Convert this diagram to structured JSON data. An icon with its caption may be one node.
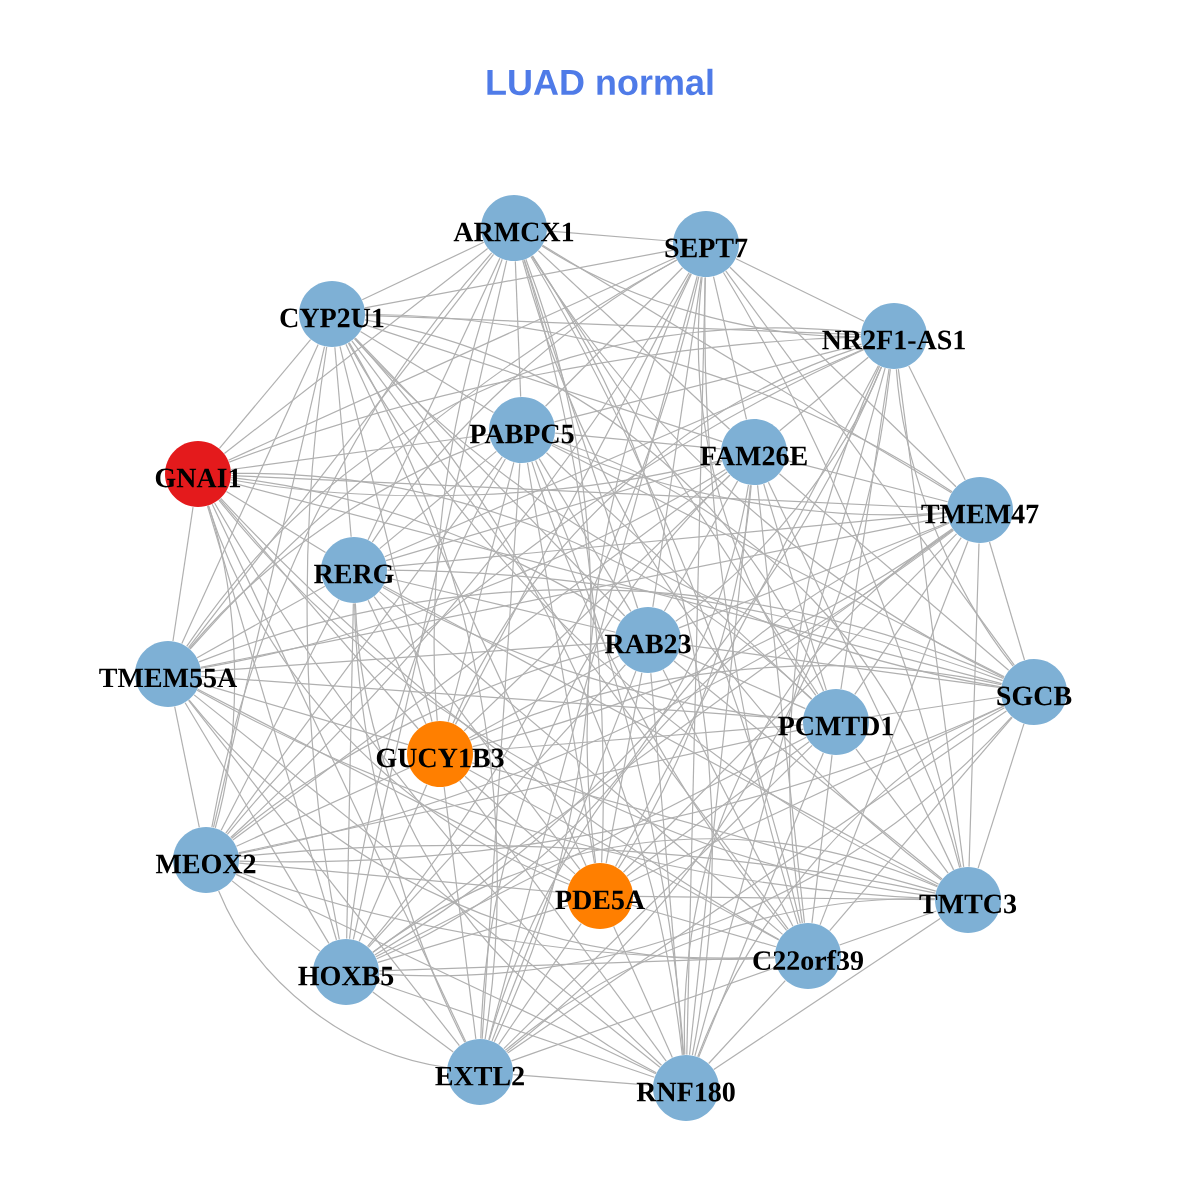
{
  "diagram": {
    "title": "LUAD normal",
    "nodes": [
      {
        "text": [
          "ARMCX1"
        ]
      },
      {
        "text": [
          "SEPT7"
        ]
      },
      {
        "text": [
          "CYP2U1"
        ]
      },
      {
        "text": [
          "NR2F1-AS1"
        ]
      },
      {
        "text": [
          "PABPC5"
        ]
      },
      {
        "text": [
          "FAM26E"
        ]
      },
      {
        "text": [
          "GNAI1"
        ]
      },
      {
        "text": [
          "TMEM47"
        ]
      },
      {
        "text": [
          "RERG"
        ]
      },
      {
        "text": [
          "RAB23"
        ]
      },
      {
        "text": [
          "TMEM55A"
        ]
      },
      {
        "text": [
          "SGCB"
        ]
      },
      {
        "text": [
          "PCMTD1"
        ]
      },
      {
        "text": [
          "GUCY1B3"
        ]
      },
      {
        "text": [
          "MEOX2"
        ]
      },
      {
        "text": [
          "PDE5A"
        ]
      },
      {
        "text": [
          "TMTC3"
        ]
      },
      {
        "text": [
          "HOXB5"
        ]
      },
      {
        "text": [
          "C22orf39"
        ]
      },
      {
        "text": [
          "EXTL2"
        ]
      },
      {
        "text": [
          "RNF180"
        ]
      }
    ],
    "edges": [
      {
        "from": 0,
        "to": 1,
        "arrow": "none"
      },
      {
        "from": 0,
        "to": 2,
        "arrow": "none"
      },
      {
        "from": 0,
        "to": 3,
        "arrow": "none"
      },
      {
        "from": 0,
        "to": 4,
        "arrow": "none"
      },
      {
        "from": 0,
        "to": 5,
        "arrow": "none"
      },
      {
        "from": 0,
        "to": 6,
        "arrow": "none"
      },
      {
        "from": 0,
        "to": 7,
        "arrow": "none"
      },
      {
        "from": 0,
        "to": 8,
        "arrow": "none"
      },
      {
        "from": 0,
        "to": 9,
        "arrow": "none"
      },
      {
        "from": 0,
        "to": 10,
        "arrow": "none"
      },
      {
        "from": 0,
        "to": 11,
        "arrow": "none"
      },
      {
        "from": 0,
        "to": 12,
        "arrow": "none"
      },
      {
        "from": 0,
        "to": 13,
        "arrow": "none"
      },
      {
        "from": 0,
        "to": 14,
        "arrow": "none"
      },
      {
        "from": 0,
        "to": 15,
        "arrow": "none"
      },
      {
        "from": 0,
        "to": 16,
        "arrow": "none"
      },
      {
        "from": 0,
        "to": 17,
        "arrow": "none"
      },
      {
        "from": 0,
        "to": 18,
        "arrow": "none"
      },
      {
        "from": 0,
        "to": 19,
        "arrow": "none"
      },
      {
        "from": 0,
        "to": 20,
        "arrow": "none"
      },
      {
        "from": 1,
        "to": 2,
        "arrow": "none"
      },
      {
        "from": 1,
        "to": 3,
        "arrow": "none"
      },
      {
        "from": 1,
        "to": 4,
        "arrow": "none"
      },
      {
        "from": 1,
        "to": 5,
        "arrow": "none"
      },
      {
        "from": 1,
        "to": 6,
        "arrow": "none"
      },
      {
        "from": 1,
        "to": 7,
        "arrow": "none"
      },
      {
        "from": 1,
        "to": 8,
        "arrow": "none"
      },
      {
        "from": 1,
        "to": 9,
        "arrow": "none"
      },
      {
        "from": 1,
        "to": 10,
        "arrow": "none"
      },
      {
        "from": 1,
        "to": 11,
        "arrow": "none"
      },
      {
        "from": 1,
        "to": 12,
        "arrow": "none"
      },
      {
        "from": 1,
        "to": 13,
        "arrow": "none"
      },
      {
        "from": 1,
        "to": 14,
        "arrow": "none"
      },
      {
        "from": 1,
        "to": 15,
        "arrow": "none"
      },
      {
        "from": 1,
        "to": 16,
        "arrow": "none"
      },
      {
        "from": 1,
        "to": 17,
        "arrow": "none"
      },
      {
        "from": 1,
        "to": 18,
        "arrow": "none"
      },
      {
        "from": 1,
        "to": 19,
        "arrow": "none"
      },
      {
        "from": 1,
        "to": 20,
        "arrow": "none"
      },
      {
        "from": 2,
        "to": 3,
        "arrow": "none"
      },
      {
        "from": 2,
        "to": 4,
        "arrow": "none"
      },
      {
        "from": 2,
        "to": 5,
        "arrow": "none"
      },
      {
        "from": 2,
        "to": 6,
        "arrow": "none"
      },
      {
        "from": 2,
        "to": 7,
        "arrow": "none"
      },
      {
        "from": 2,
        "to": 8,
        "arrow": "none"
      },
      {
        "from": 2,
        "to": 9,
        "arrow": "none"
      },
      {
        "from": 2,
        "to": 10,
        "arrow": "none"
      },
      {
        "from": 2,
        "to": 11,
        "arrow": "none"
      },
      {
        "from": 2,
        "to": 12,
        "arrow": "none"
      },
      {
        "from": 2,
        "to": 13,
        "arrow": "none"
      },
      {
        "from": 2,
        "to": 14,
        "arrow": "none"
      },
      {
        "from": 2,
        "to": 15,
        "arrow": "none"
      },
      {
        "from": 2,
        "to": 16,
        "arrow": "none"
      },
      {
        "from": 2,
        "to": 17,
        "arrow": "none"
      },
      {
        "from": 2,
        "to": 18,
        "arrow": "none"
      },
      {
        "from": 2,
        "to": 19,
        "arrow": "none"
      },
      {
        "from": 2,
        "to": 20,
        "arrow": "none"
      },
      {
        "from": 3,
        "to": 4,
        "arrow": "none"
      },
      {
        "from": 3,
        "to": 5,
        "arrow": "none"
      },
      {
        "from": 3,
        "to": 6,
        "arrow": "none"
      },
      {
        "from": 3,
        "to": 7,
        "arrow": "none"
      },
      {
        "from": 3,
        "to": 8,
        "arrow": "none"
      },
      {
        "from": 3,
        "to": 9,
        "arrow": "none"
      },
      {
        "from": 3,
        "to": 10,
        "arrow": "none"
      },
      {
        "from": 3,
        "to": 11,
        "arrow": "none"
      },
      {
        "from": 3,
        "to": 12,
        "arrow": "none"
      },
      {
        "from": 3,
        "to": 13,
        "arrow": "none"
      },
      {
        "from": 3,
        "to": 14,
        "arrow": "none"
      },
      {
        "from": 3,
        "to": 15,
        "arrow": "none"
      },
      {
        "from": 3,
        "to": 16,
        "arrow": "none"
      },
      {
        "from": 3,
        "to": 17,
        "arrow": "none"
      },
      {
        "from": 3,
        "to": 18,
        "arrow": "none"
      },
      {
        "from": 3,
        "to": 19,
        "arrow": "none"
      },
      {
        "from": 3,
        "to": 20,
        "arrow": "none"
      },
      {
        "from": 4,
        "to": 5,
        "arrow": "none"
      },
      {
        "from": 4,
        "to": 6,
        "arrow": "none"
      },
      {
        "from": 4,
        "to": 7,
        "arrow": "none"
      },
      {
        "from": 4,
        "to": 8,
        "arrow": "none"
      },
      {
        "from": 4,
        "to": 9,
        "arrow": "none"
      },
      {
        "from": 4,
        "to": 10,
        "arrow": "none"
      },
      {
        "from": 4,
        "to": 11,
        "arrow": "none"
      },
      {
        "from": 4,
        "to": 12,
        "arrow": "none"
      },
      {
        "from": 4,
        "to": 13,
        "arrow": "none"
      },
      {
        "from": 4,
        "to": 14,
        "arrow": "none"
      },
      {
        "from": 4,
        "to": 15,
        "arrow": "none"
      },
      {
        "from": 4,
        "to": 16,
        "arrow": "none"
      },
      {
        "from": 4,
        "to": 17,
        "arrow": "none"
      },
      {
        "from": 4,
        "to": 18,
        "arrow": "none"
      },
      {
        "from": 4,
        "to": 19,
        "arrow": "none"
      },
      {
        "from": 4,
        "to": 20,
        "arrow": "none"
      },
      {
        "from": 5,
        "to": 6,
        "arrow": "none"
      },
      {
        "from": 5,
        "to": 7,
        "arrow": "none"
      },
      {
        "from": 5,
        "to": 8,
        "arrow": "none"
      },
      {
        "from": 5,
        "to": 9,
        "arrow": "none"
      },
      {
        "from": 5,
        "to": 10,
        "arrow": "none"
      },
      {
        "from": 5,
        "to": 11,
        "arrow": "none"
      },
      {
        "from": 5,
        "to": 12,
        "arrow": "none"
      },
      {
        "from": 5,
        "to": 13,
        "arrow": "none"
      },
      {
        "from": 5,
        "to": 14,
        "arrow": "none"
      },
      {
        "from": 5,
        "to": 15,
        "arrow": "none"
      },
      {
        "from": 5,
        "to": 16,
        "arrow": "none"
      },
      {
        "from": 5,
        "to": 17,
        "arrow": "none"
      },
      {
        "from": 5,
        "to": 18,
        "arrow": "none"
      },
      {
        "from": 5,
        "to": 19,
        "arrow": "none"
      },
      {
        "from": 5,
        "to": 20,
        "arrow": "none"
      },
      {
        "from": 6,
        "to": 7,
        "arrow": "none"
      },
      {
        "from": 6,
        "to": 8,
        "arrow": "none"
      },
      {
        "from": 6,
        "to": 9,
        "arrow": "none"
      },
      {
        "from": 6,
        "to": 10,
        "arrow": "none"
      },
      {
        "from": 6,
        "to": 11,
        "arrow": "none"
      },
      {
        "from": 6,
        "to": 12,
        "arrow": "none"
      },
      {
        "from": 6,
        "to": 13,
        "arrow": "none"
      },
      {
        "from": 6,
        "to": 14,
        "arrow": "none"
      },
      {
        "from": 6,
        "to": 15,
        "arrow": "none"
      },
      {
        "from": 6,
        "to": 16,
        "arrow": "none"
      },
      {
        "from": 6,
        "to": 17,
        "arrow": "none"
      },
      {
        "from": 6,
        "to": 18,
        "arrow": "none"
      },
      {
        "from": 6,
        "to": 19,
        "arrow": "none"
      },
      {
        "from": 6,
        "to": 20,
        "arrow": "none"
      },
      {
        "from": 7,
        "to": 8,
        "arrow": "none"
      },
      {
        "from": 7,
        "to": 9,
        "arrow": "none"
      },
      {
        "from": 7,
        "to": 10,
        "arrow": "none"
      },
      {
        "from": 7,
        "to": 11,
        "arrow": "none"
      },
      {
        "from": 7,
        "to": 12,
        "arrow": "none"
      },
      {
        "from": 7,
        "to": 13,
        "arrow": "none"
      },
      {
        "from": 7,
        "to": 14,
        "arrow": "none"
      },
      {
        "from": 7,
        "to": 15,
        "arrow": "none"
      },
      {
        "from": 7,
        "to": 16,
        "arrow": "none"
      },
      {
        "from": 7,
        "to": 17,
        "arrow": "none"
      },
      {
        "from": 7,
        "to": 18,
        "arrow": "none"
      },
      {
        "from": 7,
        "to": 19,
        "arrow": "none"
      },
      {
        "from": 7,
        "to": 20,
        "arrow": "none"
      },
      {
        "from": 8,
        "to": 9,
        "arrow": "none"
      },
      {
        "from": 8,
        "to": 10,
        "arrow": "none"
      },
      {
        "from": 8,
        "to": 11,
        "arrow": "none"
      },
      {
        "from": 8,
        "to": 12,
        "arrow": "none"
      },
      {
        "from": 8,
        "to": 13,
        "arrow": "none"
      },
      {
        "from": 8,
        "to": 14,
        "arrow": "none"
      },
      {
        "from": 8,
        "to": 15,
        "arrow": "none"
      },
      {
        "from": 8,
        "to": 16,
        "arrow": "none"
      },
      {
        "from": 8,
        "to": 17,
        "arrow": "none"
      },
      {
        "from": 8,
        "to": 18,
        "arrow": "none"
      },
      {
        "from": 8,
        "to": 19,
        "arrow": "none"
      },
      {
        "from": 8,
        "to": 20,
        "arrow": "none"
      },
      {
        "from": 9,
        "to": 10,
        "arrow": "none"
      },
      {
        "from": 9,
        "to": 11,
        "arrow": "none"
      },
      {
        "from": 9,
        "to": 12,
        "arrow": "none"
      },
      {
        "from": 9,
        "to": 13,
        "arrow": "none"
      },
      {
        "from": 9,
        "to": 14,
        "arrow": "none"
      },
      {
        "from": 9,
        "to": 15,
        "arrow": "none"
      },
      {
        "from": 9,
        "to": 16,
        "arrow": "none"
      },
      {
        "from": 9,
        "to": 17,
        "arrow": "none"
      },
      {
        "from": 9,
        "to": 18,
        "arrow": "none"
      },
      {
        "from": 9,
        "to": 19,
        "arrow": "none"
      },
      {
        "from": 9,
        "to": 20,
        "arrow": "none"
      },
      {
        "from": 10,
        "to": 11,
        "arrow": "none"
      },
      {
        "from": 10,
        "to": 12,
        "arrow": "none"
      },
      {
        "from": 10,
        "to": 13,
        "arrow": "none"
      },
      {
        "from": 10,
        "to": 14,
        "arrow": "none"
      },
      {
        "from": 10,
        "to": 15,
        "arrow": "none"
      },
      {
        "from": 10,
        "to": 16,
        "arrow": "none"
      },
      {
        "from": 10,
        "to": 17,
        "arrow": "none"
      },
      {
        "from": 10,
        "to": 18,
        "arrow": "none"
      },
      {
        "from": 10,
        "to": 19,
        "arrow": "none"
      },
      {
        "from": 10,
        "to": 20,
        "arrow": "none"
      },
      {
        "from": 11,
        "to": 12,
        "arrow": "none"
      },
      {
        "from": 11,
        "to": 13,
        "arrow": "none"
      },
      {
        "from": 11,
        "to": 14,
        "arrow": "none"
      },
      {
        "from": 11,
        "to": 15,
        "arrow": "none"
      },
      {
        "from": 11,
        "to": 16,
        "arrow": "none"
      },
      {
        "from": 11,
        "to": 17,
        "arrow": "none"
      },
      {
        "from": 11,
        "to": 18,
        "arrow": "none"
      },
      {
        "from": 11,
        "to": 19,
        "arrow": "none"
      },
      {
        "from": 11,
        "to": 20,
        "arrow": "none"
      },
      {
        "from": 12,
        "to": 13,
        "arrow": "none"
      },
      {
        "from": 12,
        "to": 14,
        "arrow": "none"
      },
      {
        "from": 12,
        "to": 15,
        "arrow": "none"
      },
      {
        "from": 12,
        "to": 16,
        "arrow": "none"
      },
      {
        "from": 12,
        "to": 17,
        "arrow": "none"
      },
      {
        "from": 12,
        "to": 18,
        "arrow": "none"
      },
      {
        "from": 12,
        "to": 19,
        "arrow": "none"
      },
      {
        "from": 12,
        "to": 20,
        "arrow": "none"
      },
      {
        "from": 13,
        "to": 14,
        "arrow": "none"
      },
      {
        "from": 13,
        "to": 15,
        "arrow": "none"
      },
      {
        "from": 13,
        "to": 16,
        "arrow": "none"
      },
      {
        "from": 13,
        "to": 17,
        "arrow": "none"
      },
      {
        "from": 13,
        "to": 18,
        "arrow": "none"
      },
      {
        "from": 13,
        "to": 19,
        "arrow": "none"
      },
      {
        "from": 13,
        "to": 20,
        "arrow": "none"
      },
      {
        "from": 14,
        "to": 15,
        "arrow": "none"
      },
      {
        "from": 14,
        "to": 16,
        "arrow": "none"
      },
      {
        "from": 14,
        "to": 17,
        "arrow": "none"
      },
      {
        "from": 14,
        "to": 18,
        "arrow": "none"
      },
      {
        "from": 14,
        "to": 19,
        "arrow": "none"
      },
      {
        "from": 14,
        "to": 20,
        "arrow": "none"
      },
      {
        "from": 15,
        "to": 16,
        "arrow": "none"
      },
      {
        "from": 15,
        "to": 17,
        "arrow": "none"
      },
      {
        "from": 15,
        "to": 18,
        "arrow": "none"
      },
      {
        "from": 15,
        "to": 19,
        "arrow": "none"
      },
      {
        "from": 15,
        "to": 20,
        "arrow": "none"
      },
      {
        "from": 16,
        "to": 17,
        "arrow": "none"
      },
      {
        "from": 16,
        "to": 18,
        "arrow": "none"
      },
      {
        "from": 16,
        "to": 19,
        "arrow": "none"
      },
      {
        "from": 16,
        "to": 20,
        "arrow": "none"
      },
      {
        "from": 17,
        "to": 18,
        "arrow": "none"
      },
      {
        "from": 17,
        "to": 19,
        "arrow": "none"
      },
      {
        "from": 17,
        "to": 20,
        "arrow": "none"
      },
      {
        "from": 18,
        "to": 19,
        "arrow": "none"
      },
      {
        "from": 18,
        "to": 20,
        "arrow": "none"
      },
      {
        "from": 19,
        "to": 20,
        "arrow": "none"
      }
    ]
  }
}
